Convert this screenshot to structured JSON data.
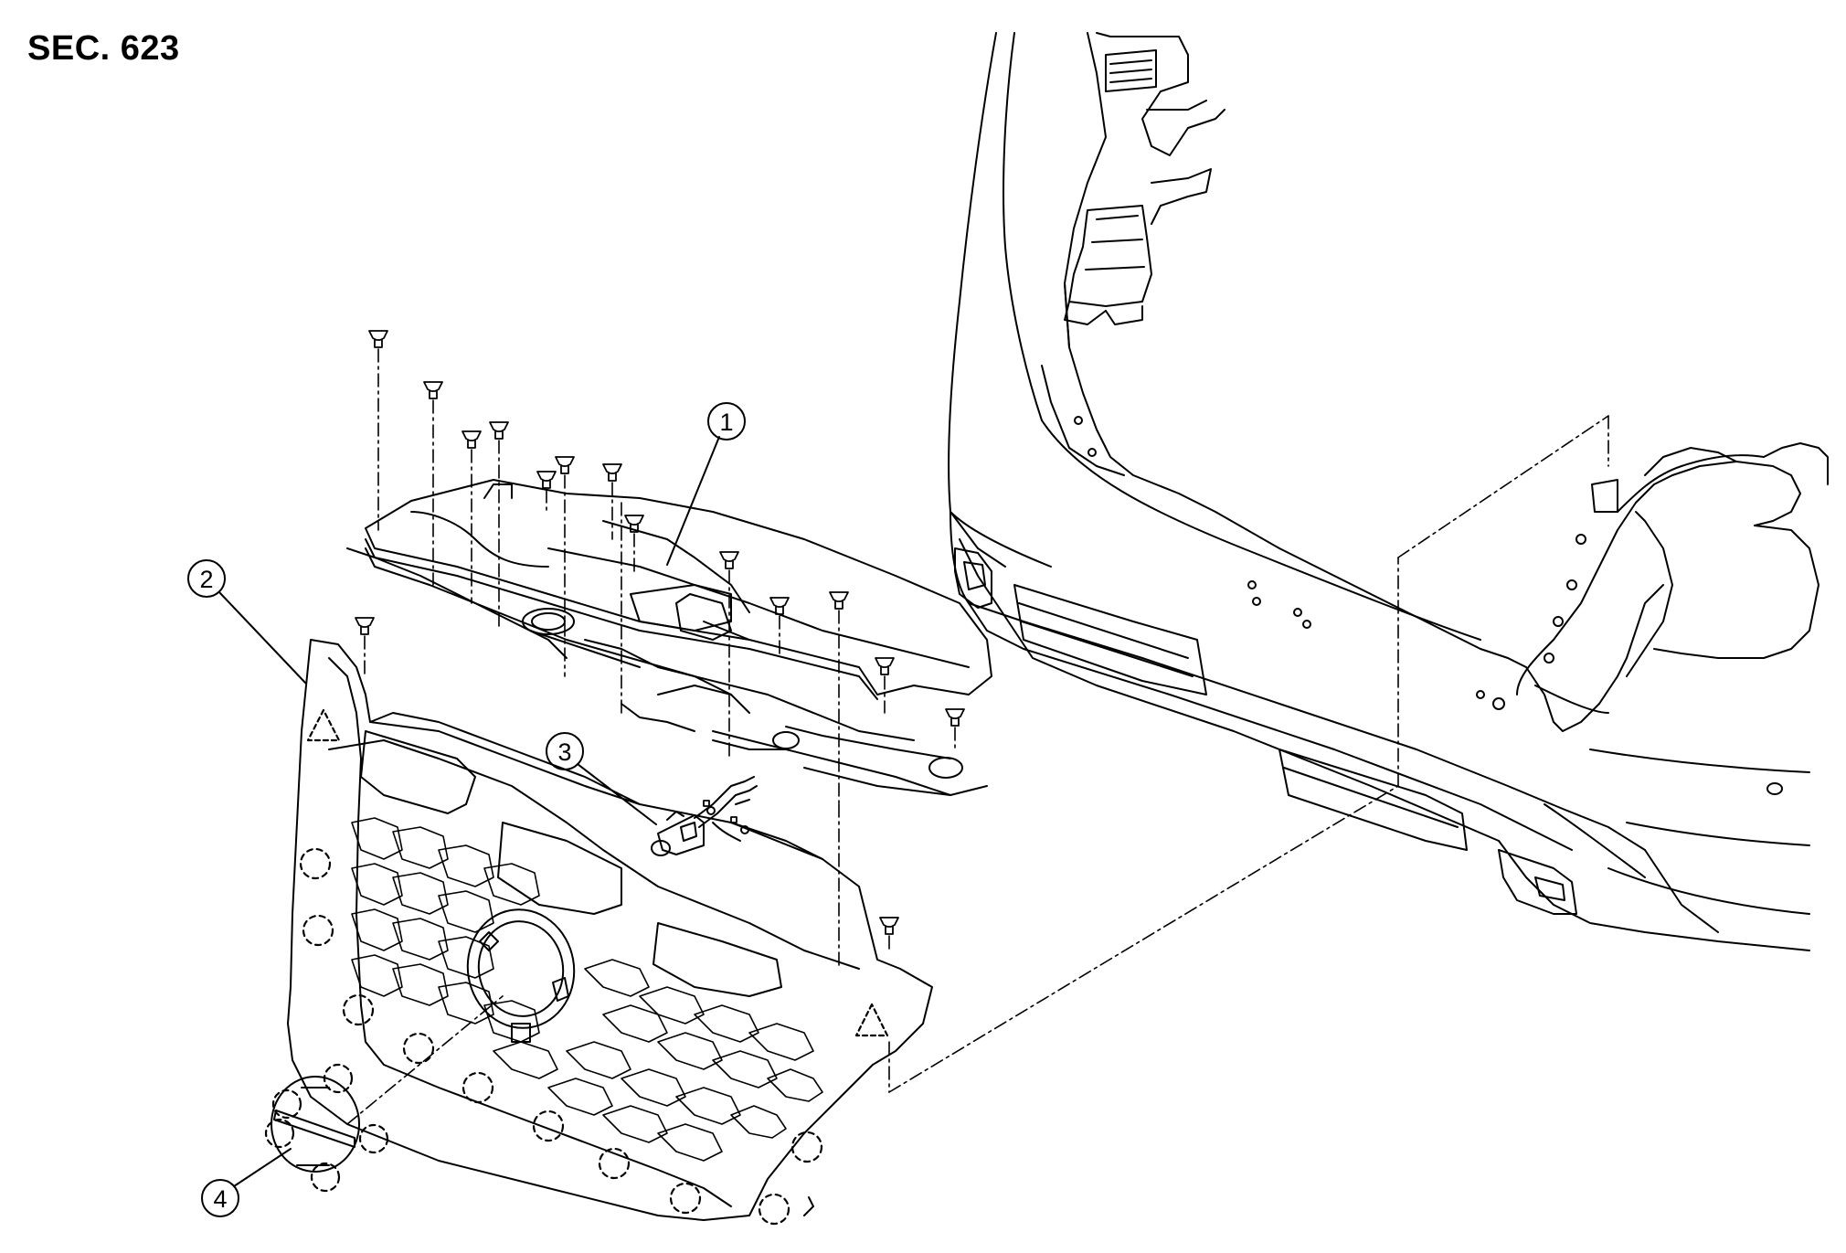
{
  "section": "SEC. 623",
  "callouts": [
    "1",
    "2",
    "3",
    "4"
  ],
  "legend_symbols": {
    "clip_marker": "dashed-circle",
    "pawl_marker": "dashed-triangle"
  }
}
